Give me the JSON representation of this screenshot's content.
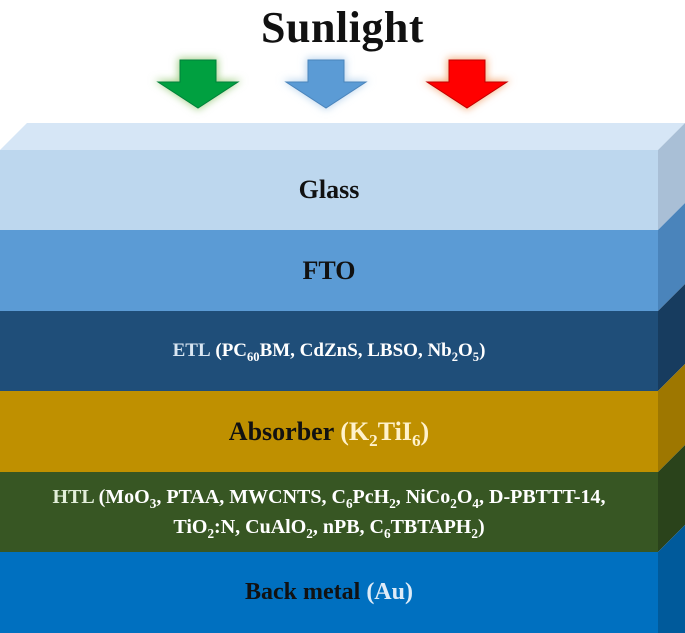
{
  "title": "Sunlight",
  "arrows": [
    {
      "icon": "arrow-down-icon",
      "color": "#00a040",
      "glow": "#a9d18e"
    },
    {
      "icon": "arrow-down-icon",
      "color": "#5b9bd5",
      "glow": "#bdd7ee"
    },
    {
      "icon": "arrow-down-icon",
      "color": "#ff0000",
      "glow": "#f4b183"
    }
  ],
  "layers": {
    "glass": {
      "label": "Glass",
      "color": "#bdd7ee"
    },
    "fto": {
      "label": "FTO",
      "color": "#5b9bd5"
    },
    "etl": {
      "label": "ETL",
      "materials": [
        "PC",
        "60",
        "BM, CdZnS,  LBSO, Nb",
        "2",
        "O",
        "5",
        ")"
      ],
      "color": "#1f4e79"
    },
    "absorber": {
      "label": "Absorber",
      "formula": [
        "(K",
        "2",
        "TiI",
        "6",
        ")"
      ],
      "color": "#bf9000"
    },
    "htl": {
      "label": "HTL",
      "materials": [
        "(MoO",
        "3",
        ", PTAA, MWCNTS,  C",
        "6",
        "PcH",
        "2",
        ", NiCo",
        "2",
        "O",
        "4",
        ", D-PBTTT-14, TiO",
        "2",
        ":N, CuAlO",
        "2",
        ", nPB, C",
        "6",
        "TBTAPH",
        "2",
        ")"
      ],
      "color": "#375623"
    },
    "back_metal": {
      "label": "Back metal",
      "metal": "(Au)",
      "color": "#0070c0"
    }
  }
}
